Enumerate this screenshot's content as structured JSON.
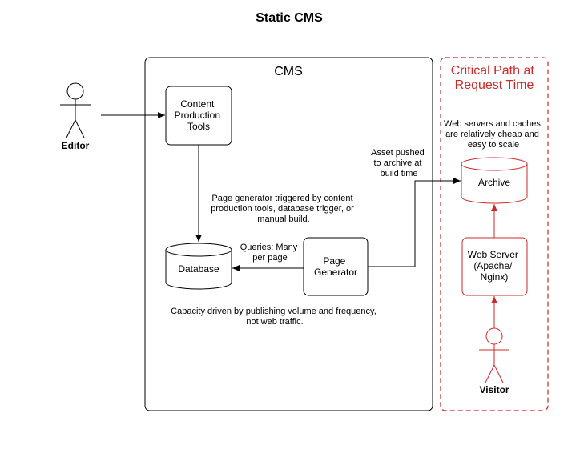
{
  "title": "Static CMS",
  "colors": {
    "black": "#000000",
    "red": "#cc2929",
    "background": "#ffffff"
  },
  "cms": {
    "label": "CMS",
    "content_tools": [
      "Content",
      "Production",
      "Tools"
    ],
    "database": "Database",
    "page_generator": [
      "Page",
      "Generator"
    ],
    "trigger_note": [
      "Page generator triggered by content",
      "production tools, database trigger, or",
      "manual build."
    ],
    "queries_note": [
      "Queries: Many",
      "per page"
    ],
    "capacity_note": [
      "Capacity driven by publishing volume and frequency,",
      "not web traffic."
    ]
  },
  "editor": {
    "label": "Editor",
    "icon": "stick-figure-icon"
  },
  "asset_note": [
    "Asset pushed",
    "to archive at",
    "build time"
  ],
  "critical": {
    "label": [
      "Critical Path at",
      "Request Time"
    ],
    "note": [
      "Web servers and caches",
      "are relatively cheap and",
      "easy to scale"
    ],
    "archive": "Archive",
    "web_server": [
      "Web Server",
      "(Apache/",
      "Nginx)"
    ],
    "visitor": "Visitor"
  }
}
